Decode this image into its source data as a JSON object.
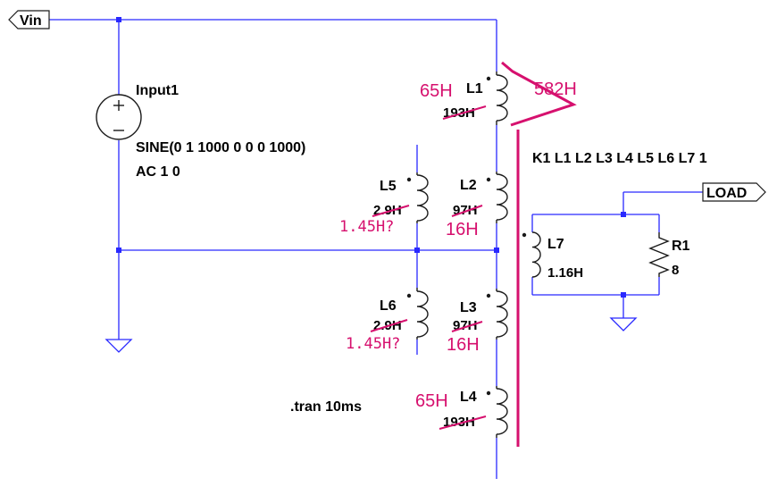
{
  "net_labels": {
    "vin": "Vin",
    "load": "LOAD"
  },
  "source": {
    "name": "Input1",
    "function": "SINE(0 1 1000 0 0 0 1000)",
    "ac": "AC 1 0"
  },
  "inductors": {
    "L1": {
      "name": "L1",
      "value": "193H",
      "annotation": "65H"
    },
    "L2": {
      "name": "L2",
      "value": "97H",
      "annotation": "16H"
    },
    "L3": {
      "name": "L3",
      "value": "97H",
      "annotation": "16H"
    },
    "L4": {
      "name": "L4",
      "value": "193H",
      "annotation": "65H"
    },
    "L5": {
      "name": "L5",
      "value": "2.9H",
      "annotation": "1.45H?"
    },
    "L6": {
      "name": "L6",
      "value": "2.9H",
      "annotation": "1.45H?"
    },
    "L7": {
      "name": "L7",
      "value": "1.16H"
    }
  },
  "resistor": {
    "name": "R1",
    "value": "8"
  },
  "coupling_directive": "K1 L1 L2 L3 L4 L5 L6 L7 1",
  "sim_directive": ".tran 10ms",
  "total_annotation": "582H",
  "colors": {
    "wire": "#2929ff",
    "annotation": "#d6106e",
    "component": "#1a1a1a"
  }
}
